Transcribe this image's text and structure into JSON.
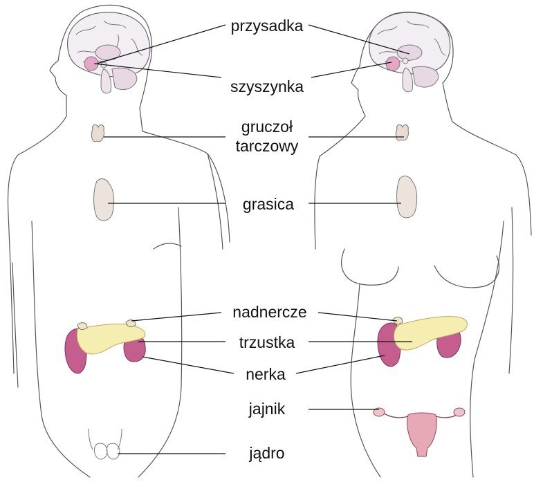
{
  "labels": {
    "pituitary": "przysadka",
    "pineal": "szyszynka",
    "thyroid_line1": "gruczoł",
    "thyroid_line2": "tarczowy",
    "thymus": "grasica",
    "adrenal": "nadnercze",
    "pancreas": "trzustka",
    "kidney": "nerka",
    "ovary": "jajnik",
    "testis": "jądro"
  },
  "colors": {
    "outline": "#555555",
    "leader": "#111111",
    "brain": "#f3eef4",
    "pituitary": "#e6a6c7",
    "kidney": "#c45e8e",
    "pancreas": "#f6edb0",
    "thyroid": "#e9ddd3",
    "uterus": "#e8a9b7"
  }
}
